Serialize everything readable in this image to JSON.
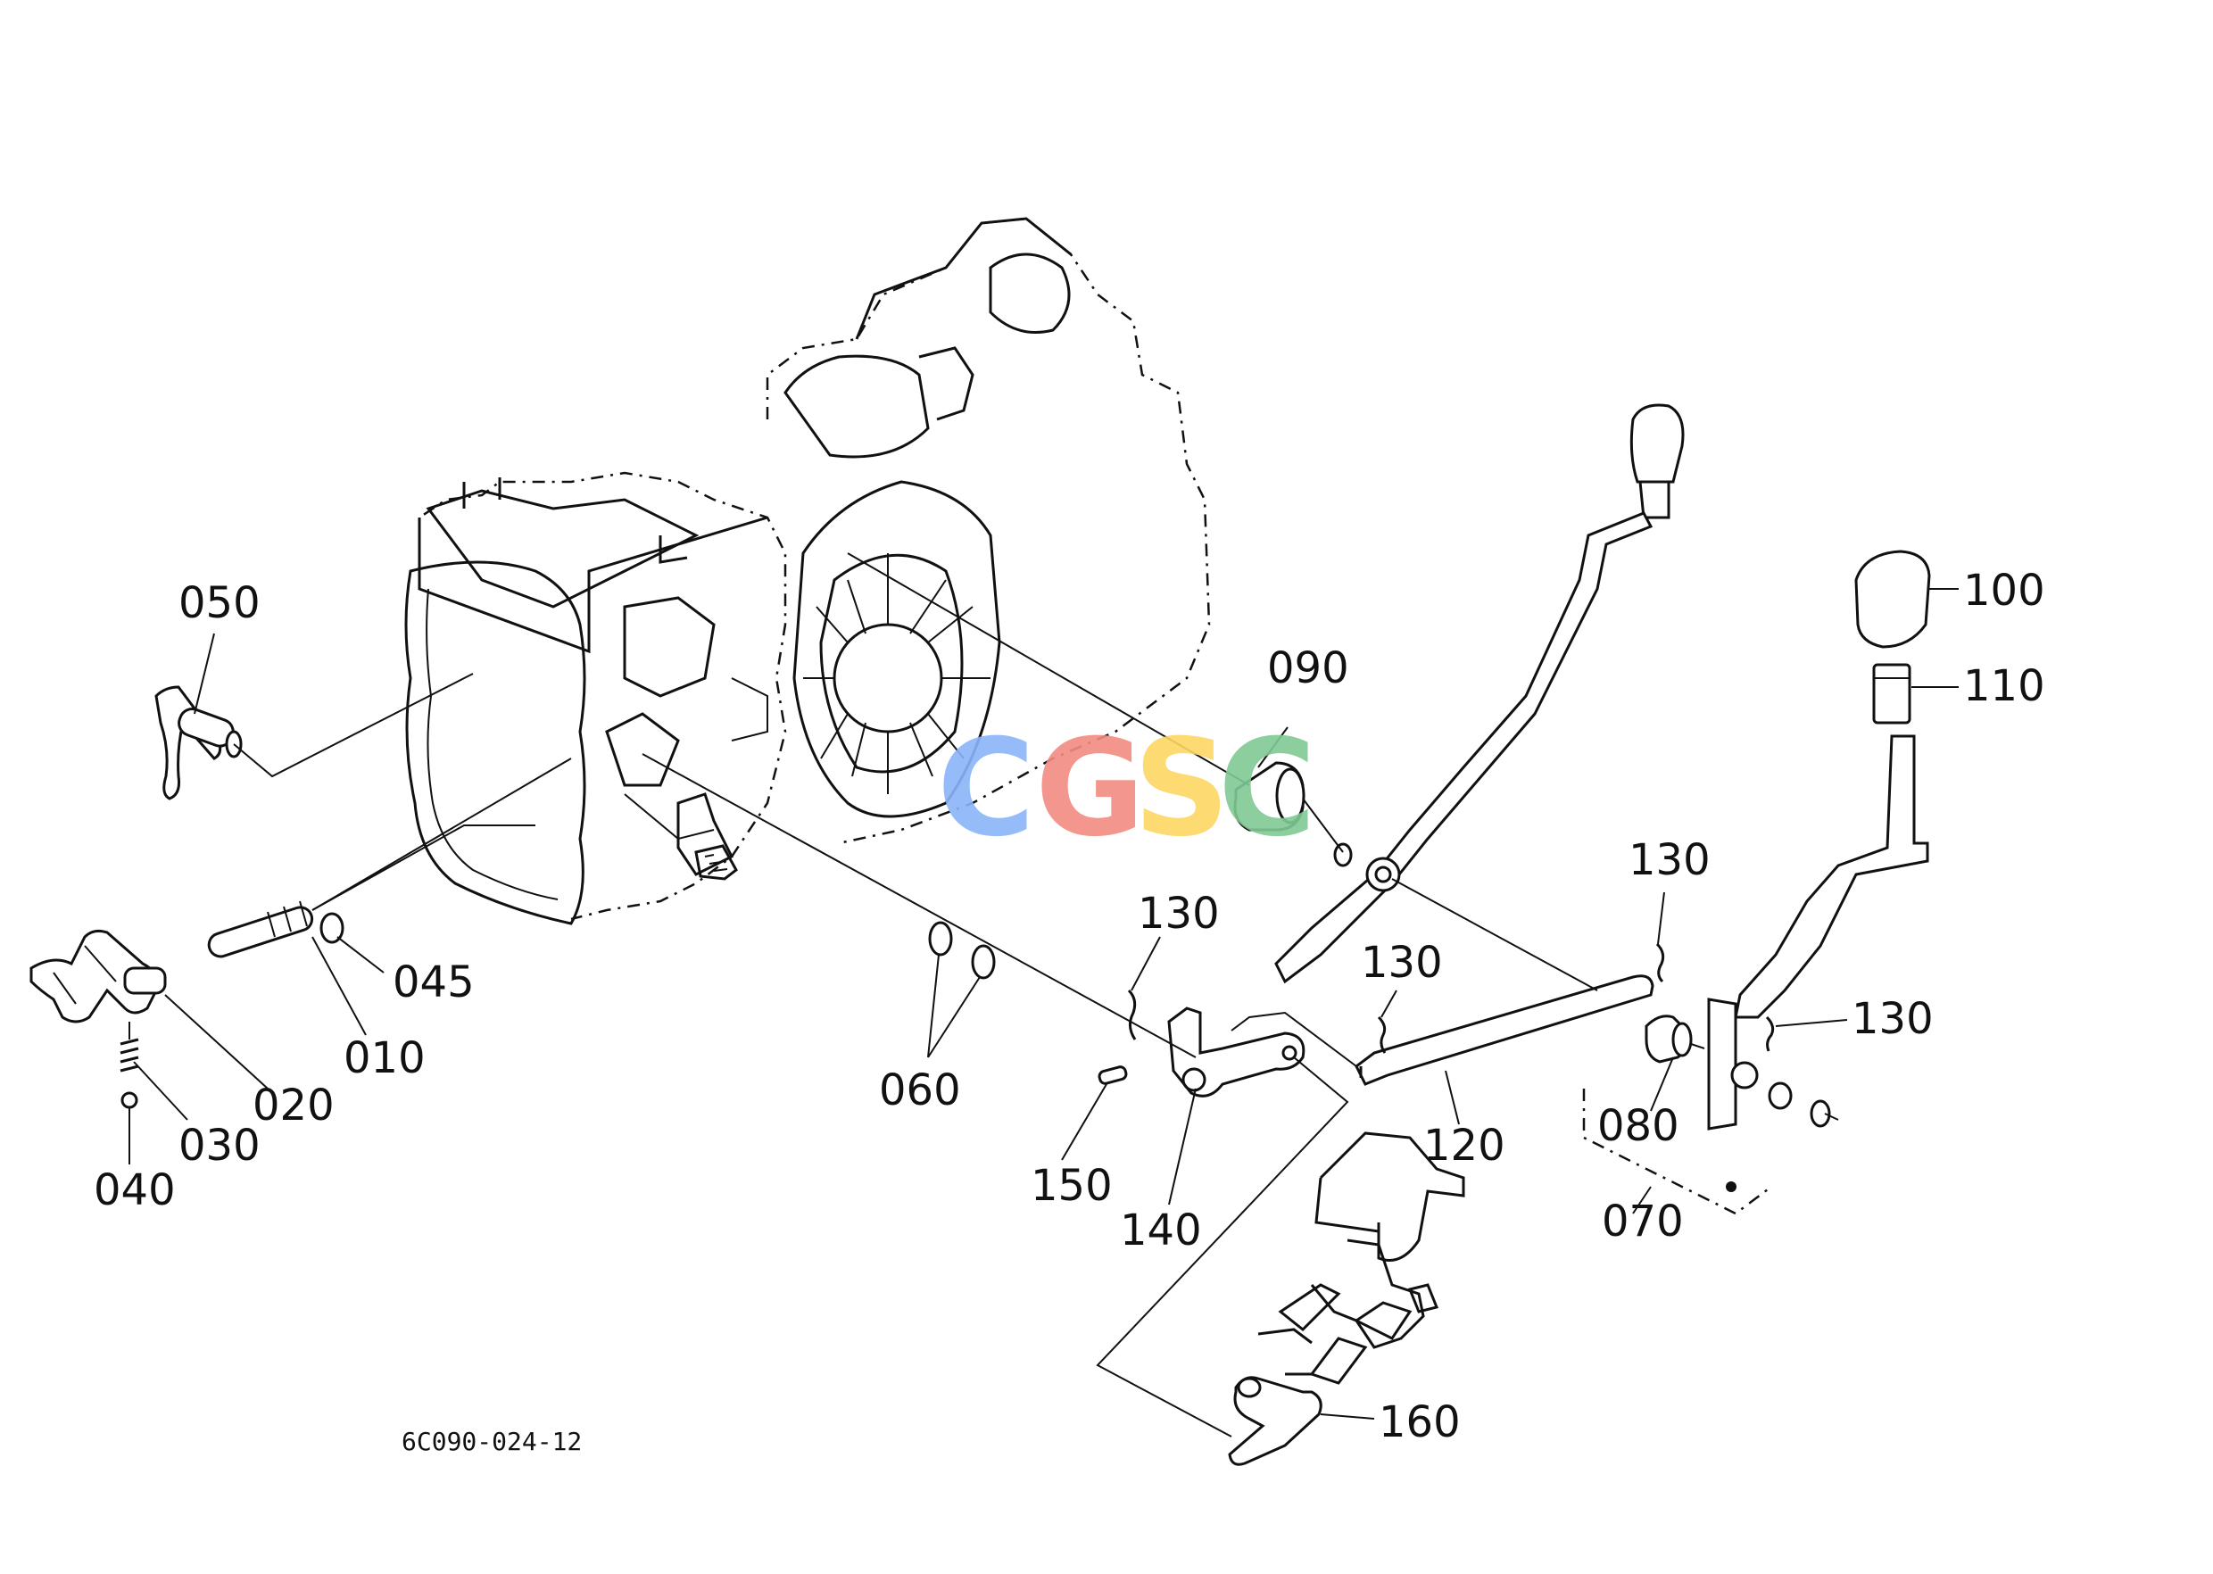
{
  "diagram": {
    "drawing_code": "6C090-024-12",
    "watermark": {
      "letters": [
        "C",
        "G",
        "S",
        "C"
      ],
      "colors": [
        "#8ab4f8",
        "#f28b82",
        "#fdd663",
        "#81c995"
      ]
    },
    "callouts": {
      "p010": "010",
      "p020": "020",
      "p030": "030",
      "p040": "040",
      "p045": "045",
      "p050": "050",
      "p060": "060",
      "p070": "070",
      "p080": "080",
      "p090": "090",
      "p100": "100",
      "p110": "110",
      "p120": "120",
      "p130a": "130",
      "p130b": "130",
      "p130c": "130",
      "p130d": "130",
      "p140": "140",
      "p150": "150",
      "p160": "160"
    }
  }
}
